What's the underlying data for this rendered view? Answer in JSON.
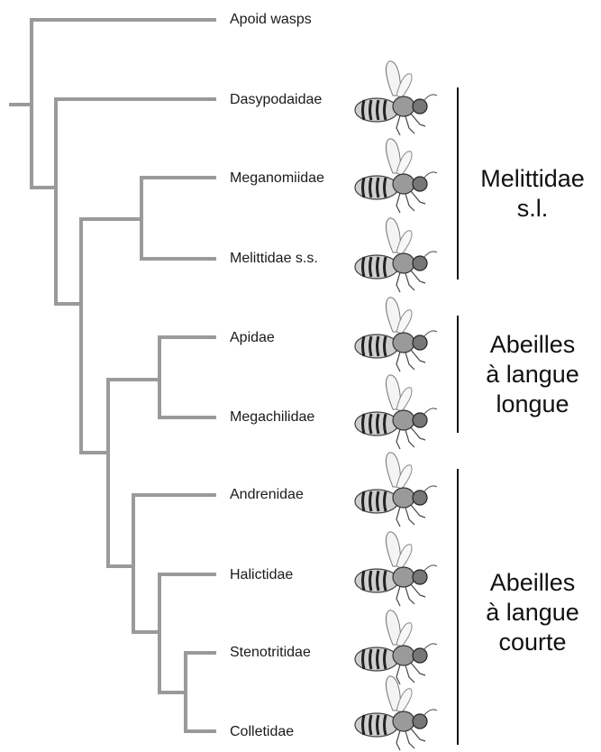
{
  "diagram": {
    "type": "phylogenetic-tree",
    "branch_color": "#9a9a9a",
    "taxa": [
      {
        "id": "apoid",
        "label": "Apoid wasps",
        "has_illustration": false
      },
      {
        "id": "dasypodaidae",
        "label": "Dasypodaidae",
        "has_illustration": true,
        "illustration": "bee-icon"
      },
      {
        "id": "meganomiidae",
        "label": "Meganomiidae",
        "has_illustration": true,
        "illustration": "bee-icon"
      },
      {
        "id": "melittidae_ss",
        "label": "Melittidae s.s.",
        "has_illustration": true,
        "illustration": "bee-icon"
      },
      {
        "id": "apidae",
        "label": "Apidae",
        "has_illustration": true,
        "illustration": "bee-icon"
      },
      {
        "id": "megachilidae",
        "label": "Megachilidae",
        "has_illustration": true,
        "illustration": "bee-icon"
      },
      {
        "id": "andrenidae",
        "label": "Andrenidae",
        "has_illustration": true,
        "illustration": "bee-icon"
      },
      {
        "id": "halictidae",
        "label": "Halictidae",
        "has_illustration": true,
        "illustration": "bee-icon"
      },
      {
        "id": "stenotritidae",
        "label": "Stenotritidae",
        "has_illustration": true,
        "illustration": "bee-icon"
      },
      {
        "id": "colletidae",
        "label": "Colletidae",
        "has_illustration": true,
        "illustration": "bee-icon"
      }
    ],
    "topology": "(Apoid wasps,(Dasypodaidae,((Meganomiidae,Melittidae s.s.),((Apidae,Megachilidae),(Andrenidae,(Halictidae,(Stenotritidae,Colletidae)))))))",
    "groups": [
      {
        "id": "melittidae_sl",
        "lines": [
          "Melittidae",
          "s.l."
        ],
        "members": [
          "Dasypodaidae",
          "Meganomiidae",
          "Melittidae s.s."
        ]
      },
      {
        "id": "long_tongue",
        "lines": [
          "Abeilles",
          "à langue",
          "longue"
        ],
        "members": [
          "Apidae",
          "Megachilidae"
        ]
      },
      {
        "id": "short_tongue",
        "lines": [
          "Abeilles",
          "à langue",
          "courte"
        ],
        "members": [
          "Andrenidae",
          "Halictidae",
          "Stenotritidae",
          "Colletidae"
        ]
      }
    ]
  }
}
